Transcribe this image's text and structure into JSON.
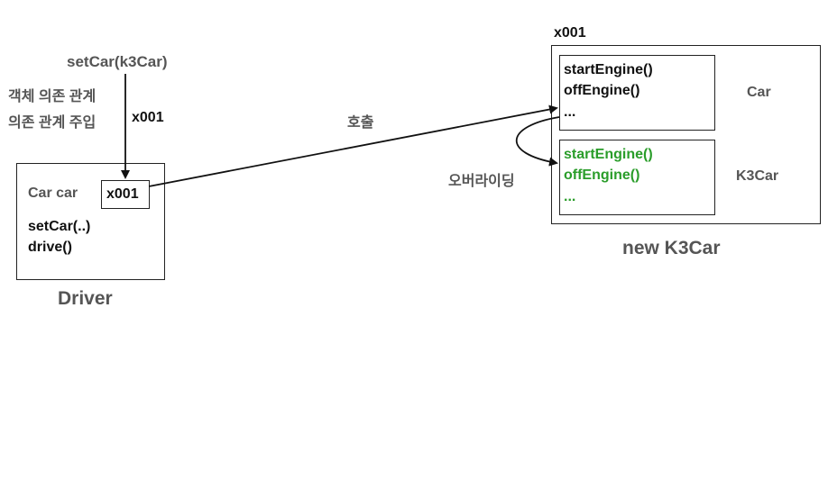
{
  "left": {
    "setcar_call": "setCar(k3Car)",
    "note_line1": "객체 의존 관계",
    "note_line2": "의존 관계 주입",
    "ref_label": "x001"
  },
  "driver": {
    "field_label": "Car car",
    "field_value": "x001",
    "method1": "setCar(..)",
    "method2": "drive()",
    "caption": "Driver"
  },
  "call_label": "호출",
  "override_label": "오버라이딩",
  "instance": {
    "address": "x001",
    "caption": "new K3Car",
    "car": {
      "name": "Car",
      "methods": [
        "startEngine()",
        "offEngine()",
        "..."
      ]
    },
    "k3car": {
      "name": "K3Car",
      "methods": [
        "startEngine()",
        "offEngine()",
        "..."
      ]
    }
  },
  "colors": {
    "override_text": "#2a9d2a",
    "lines": "#111111",
    "muted_text": "#555555"
  }
}
